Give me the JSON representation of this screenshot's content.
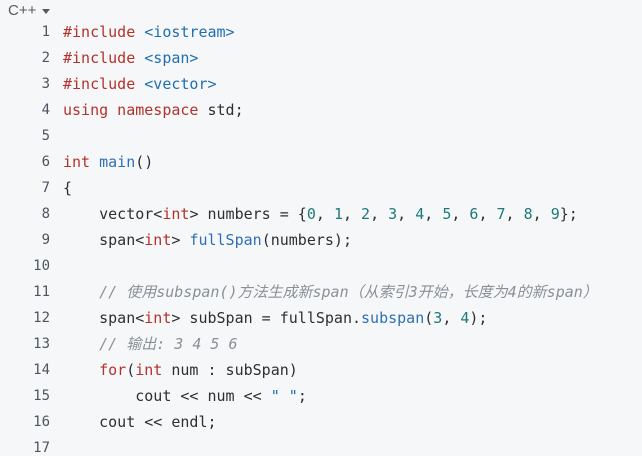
{
  "language_selector": {
    "label": "C++"
  },
  "lines": [
    {
      "n": "1",
      "segments": [
        [
          "kw",
          "#include "
        ],
        [
          "str",
          "<iostream>"
        ]
      ]
    },
    {
      "n": "2",
      "segments": [
        [
          "kw",
          "#include "
        ],
        [
          "str",
          "<span>"
        ]
      ]
    },
    {
      "n": "3",
      "segments": [
        [
          "kw",
          "#include "
        ],
        [
          "str",
          "<vector>"
        ]
      ]
    },
    {
      "n": "4",
      "segments": [
        [
          "kw",
          "using namespace "
        ],
        [
          "plain",
          "std;"
        ]
      ]
    },
    {
      "n": "5",
      "segments": []
    },
    {
      "n": "6",
      "segments": [
        [
          "kw",
          "int "
        ],
        [
          "fn",
          "main"
        ],
        [
          "plain",
          "()"
        ]
      ]
    },
    {
      "n": "7",
      "segments": [
        [
          "plain",
          "{"
        ]
      ]
    },
    {
      "n": "8",
      "segments": [
        [
          "plain",
          "    vector<"
        ],
        [
          "kw",
          "int"
        ],
        [
          "plain",
          "> numbers = {"
        ],
        [
          "num",
          "0"
        ],
        [
          "plain",
          ", "
        ],
        [
          "num",
          "1"
        ],
        [
          "plain",
          ", "
        ],
        [
          "num",
          "2"
        ],
        [
          "plain",
          ", "
        ],
        [
          "num",
          "3"
        ],
        [
          "plain",
          ", "
        ],
        [
          "num",
          "4"
        ],
        [
          "plain",
          ", "
        ],
        [
          "num",
          "5"
        ],
        [
          "plain",
          ", "
        ],
        [
          "num",
          "6"
        ],
        [
          "plain",
          ", "
        ],
        [
          "num",
          "7"
        ],
        [
          "plain",
          ", "
        ],
        [
          "num",
          "8"
        ],
        [
          "plain",
          ", "
        ],
        [
          "num",
          "9"
        ],
        [
          "plain",
          "};"
        ]
      ]
    },
    {
      "n": "9",
      "segments": [
        [
          "plain",
          "    span<"
        ],
        [
          "kw",
          "int"
        ],
        [
          "plain",
          "> "
        ],
        [
          "fn",
          "fullSpan"
        ],
        [
          "plain",
          "(numbers);"
        ]
      ]
    },
    {
      "n": "10",
      "segments": []
    },
    {
      "n": "11",
      "segments": [
        [
          "cm",
          "    // 使用subspan()方法生成新span（从索引3开始，长度为4的新span）"
        ]
      ]
    },
    {
      "n": "12",
      "segments": [
        [
          "plain",
          "    span<"
        ],
        [
          "kw",
          "int"
        ],
        [
          "plain",
          "> subSpan = fullSpan."
        ],
        [
          "fn",
          "subspan"
        ],
        [
          "plain",
          "("
        ],
        [
          "num",
          "3"
        ],
        [
          "plain",
          ", "
        ],
        [
          "num",
          "4"
        ],
        [
          "plain",
          ");"
        ]
      ]
    },
    {
      "n": "13",
      "segments": [
        [
          "cm",
          "    // 输出: 3 4 5 6"
        ]
      ]
    },
    {
      "n": "14",
      "segments": [
        [
          "plain",
          "    "
        ],
        [
          "kw",
          "for"
        ],
        [
          "plain",
          "("
        ],
        [
          "kw",
          "int"
        ],
        [
          "plain",
          " num : subSpan)"
        ]
      ]
    },
    {
      "n": "15",
      "segments": [
        [
          "plain",
          "        cout << num << "
        ],
        [
          "str",
          "\" \""
        ],
        [
          "plain",
          ";"
        ]
      ]
    },
    {
      "n": "16",
      "segments": [
        [
          "plain",
          "    cout << endl;"
        ]
      ]
    },
    {
      "n": "17",
      "segments": []
    }
  ],
  "colors": {
    "background": "#f6f7f9",
    "keyword": "#b3322a",
    "function": "#2e6fb5",
    "string": "#1f6fb0",
    "number": "#1d7a78",
    "comment": "#8a9098",
    "text": "#2c2f33",
    "line_number": "#4d5560"
  }
}
